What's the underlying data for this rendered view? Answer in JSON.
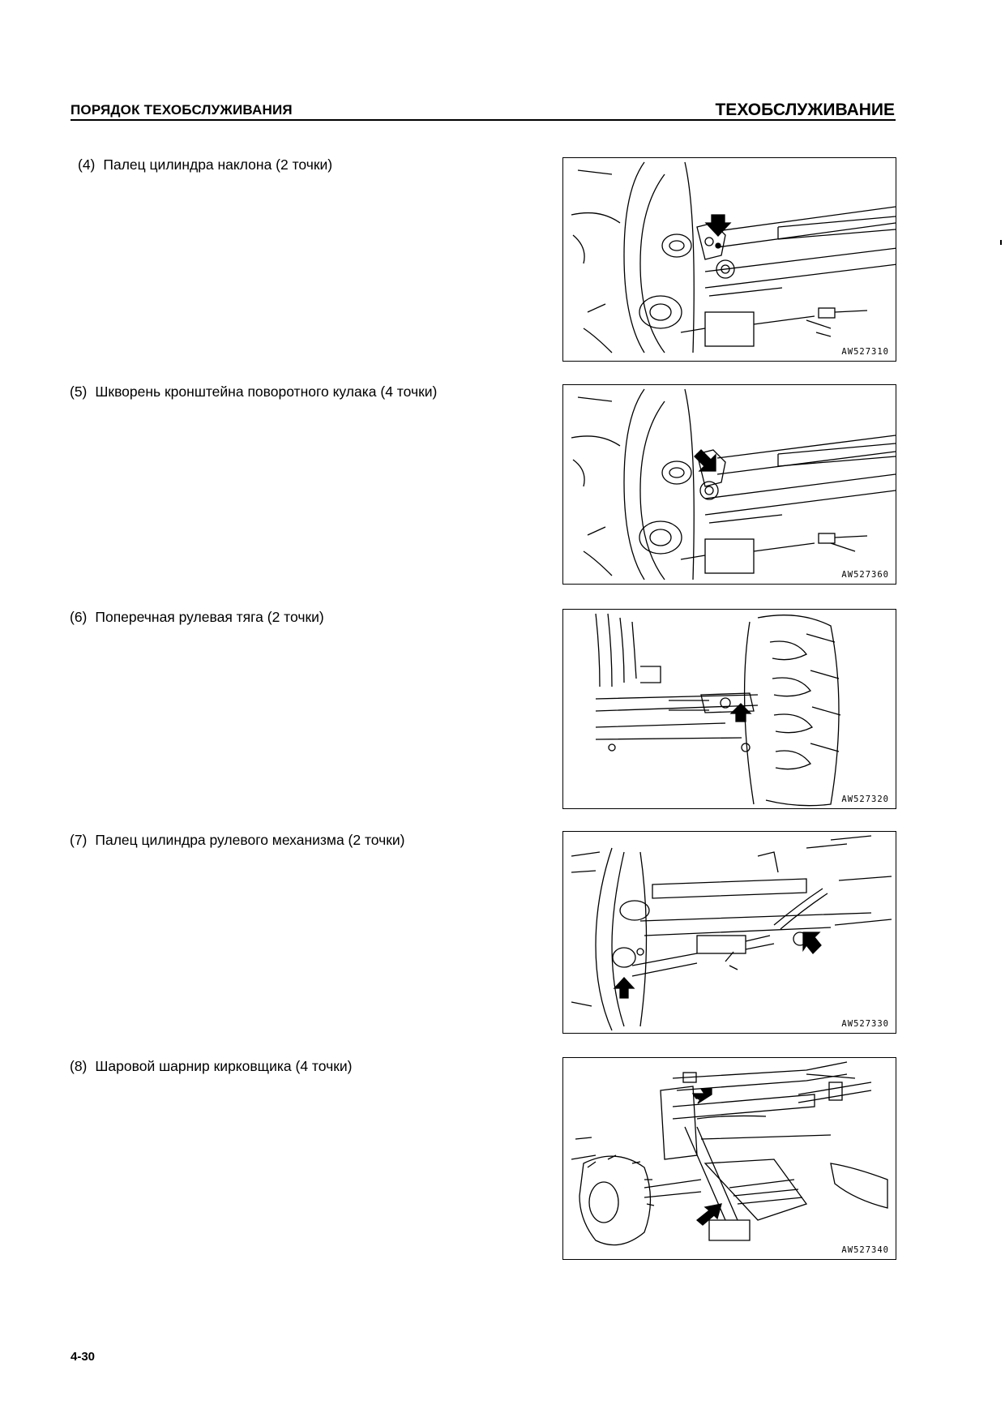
{
  "header": {
    "left": "ПОРЯДОК ТЕХОБСЛУЖИВАНИЯ",
    "right": "ТЕХОБСЛУЖИВАНИЕ"
  },
  "items": [
    {
      "num": "(4)",
      "text": "Палец цилиндра наклона (2 точки)",
      "figure_code": "AW527310"
    },
    {
      "num": "(5)",
      "text": "Шкворень кронштейна поворотного кулака (4 точки)",
      "figure_code": "AW527360"
    },
    {
      "num": "(6)",
      "text": "Поперечная рулевая тяга (2 точки)",
      "figure_code": "AW527320"
    },
    {
      "num": "(7)",
      "text": "Палец цилиндра рулевого механизма (2 точки)",
      "figure_code": "AW527330"
    },
    {
      "num": "(8)",
      "text": "Шаровой шарнир кирковщика (4 точки)",
      "figure_code": "AW527340"
    }
  ],
  "footer": {
    "page_number": "4-30"
  }
}
